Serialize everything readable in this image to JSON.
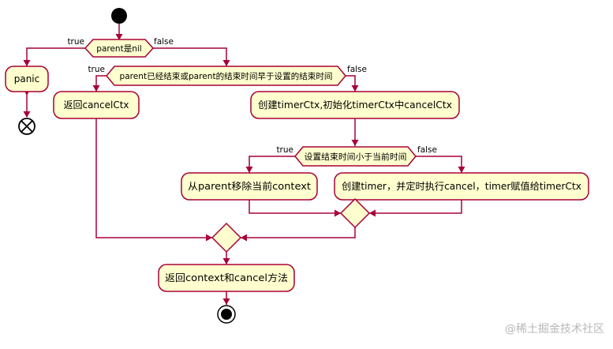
{
  "colors": {
    "box_fill": "#fefece",
    "border": "#a80036",
    "node": "#000000",
    "watermark": "#b8b8b8"
  },
  "nodes": {
    "d1": "parent是nil",
    "panic": "panic",
    "d2": "parent已经结束或parent的结束时间早于设置的结束时间",
    "return_cancel_ctx": "返回cancelCtx",
    "create_timer_ctx": "创建timerCtx,初始化timerCtx中cancelCtx",
    "d3": "设置结束时间小于当前时间",
    "remove_from_parent": "从parent移除当前context",
    "create_timer": "创建timer，并定时执行cancel，timer赋值给timerCtx",
    "return_context": "返回context和cancel方法"
  },
  "branch_labels": {
    "d1_true": "true",
    "d1_false": "false",
    "d2_true": "true",
    "d2_false": "false",
    "d3_true": "true",
    "d3_false": "false"
  },
  "watermark": "@稀土掘金技术社区"
}
